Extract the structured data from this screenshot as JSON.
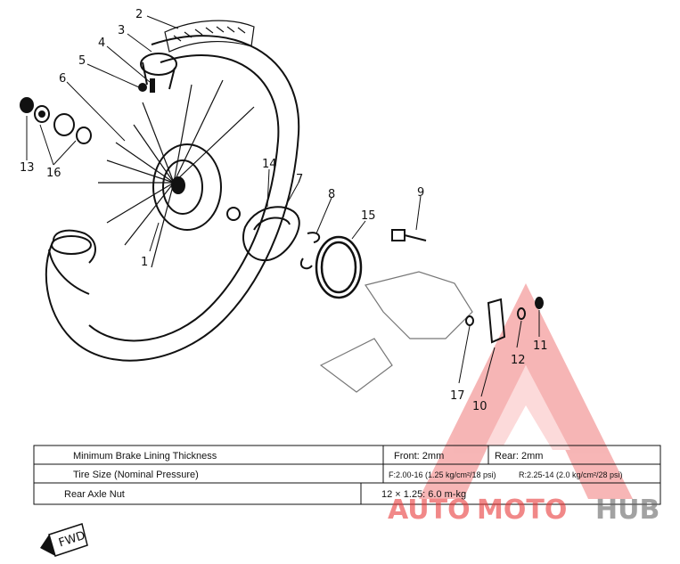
{
  "callouts": [
    "1",
    "2",
    "3",
    "4",
    "5",
    "6",
    "7",
    "8",
    "9",
    "10",
    "11",
    "12",
    "13",
    "14",
    "15",
    "16",
    "17"
  ],
  "specs": {
    "row1": {
      "label": "Minimum Brake Lining Thickness",
      "front": "Front: 2mm",
      "rear": "Rear: 2mm"
    },
    "row2": {
      "label": "Tire Size (Nominal Pressure)",
      "front": "F:2.00-16 (1.25 kg/cm²/18 psi)",
      "rear": "R:2.25-14 (2.0 kg/cm²/28 psi)"
    },
    "row3": {
      "label": "Rear Axle Nut",
      "value": "12 × 1.25: 6.0 m-kg"
    }
  },
  "fwd_label": "FWD",
  "watermark": {
    "part1": "AUTO",
    "part2": "MOTO",
    "part3": "HUB",
    "color_red": "#e83a3a",
    "color_gray": "#666666"
  }
}
